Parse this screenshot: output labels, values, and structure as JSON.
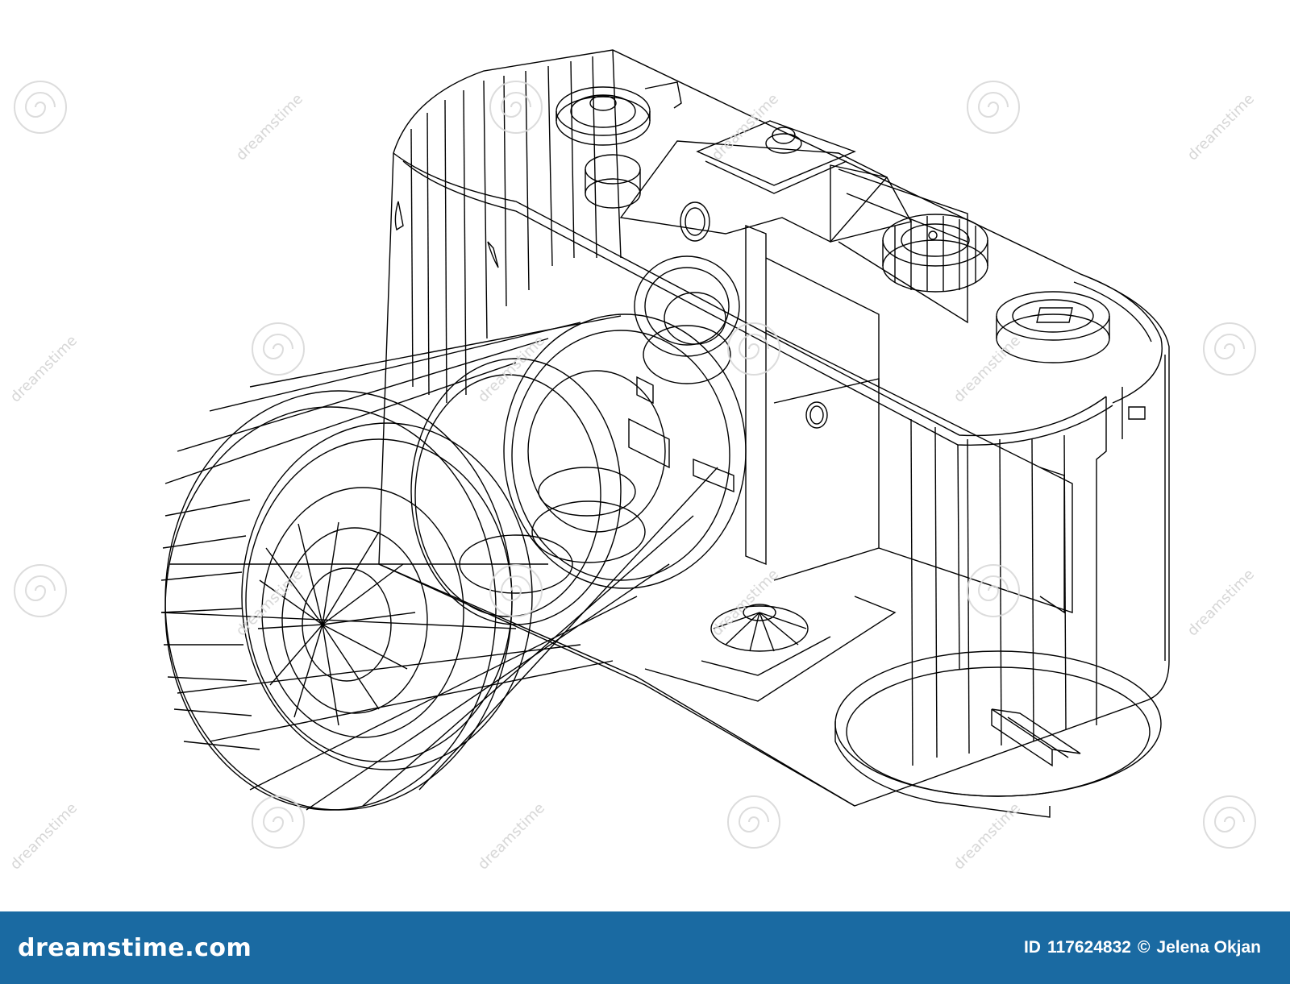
{
  "footer": {
    "brand": "dreamstime.com",
    "id_label": "ID",
    "id_number": "117624832",
    "copyright_symbol": "©",
    "author": "Jelena Okjan",
    "background_color": "#1a6aa2",
    "text_color": "#ffffff"
  },
  "watermark_text": "dreamstime",
  "illustration": {
    "subject": "camera-wireframe",
    "stroke_color": "#000000",
    "background_color": "#ffffff"
  }
}
